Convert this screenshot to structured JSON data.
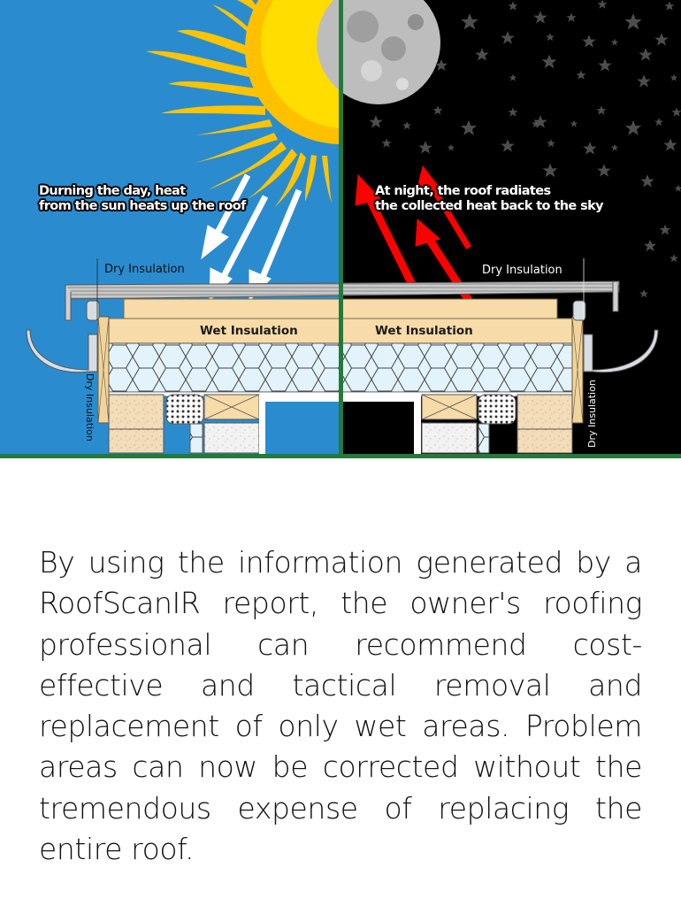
{
  "illustration": {
    "day_panel": {
      "caption": "Durning the day, heat\nfrom the sun heats up the roof",
      "sky_color": "#2a8ccf",
      "sun_color": "#ffd600",
      "sun_rim_color": "#ffc000",
      "arrow_color": "#ffffff",
      "labels": {
        "dry_top": "Dry Insulation",
        "wet": "Wet Insulation",
        "dry_side": "Dry Insulation"
      }
    },
    "night_panel": {
      "caption": "At night, the roof radiates\nthe collected heat back to the sky",
      "sky_color": "#000000",
      "star_color": "#4d4d4d",
      "arrow_color": "#ff0000",
      "labels": {
        "dry_top": "Dry Insulation",
        "wet": "Wet Insulation",
        "dry_side": "Dry Insulation"
      }
    },
    "frame_color": "#237a3a",
    "wet_insulation_color": "#f7dba8",
    "foam_color": "#e3f3fb"
  },
  "body": {
    "paragraph": "By using the information generated by a RoofScanIR report, the owner's roofing professional can recommend cost-effective and tactical removal and replacement of only wet areas. Problem areas can now be corrected without the tremendous expense of replacing the entire roof."
  }
}
